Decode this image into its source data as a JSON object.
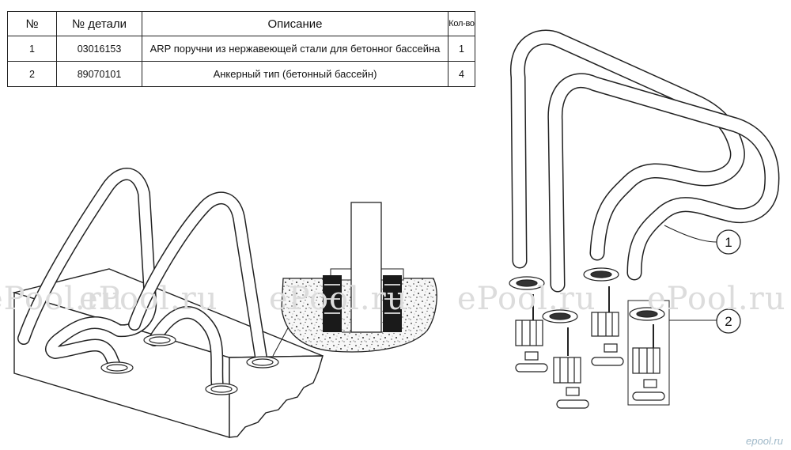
{
  "table": {
    "headers": {
      "num": "№",
      "part": "№ детали",
      "desc": "Описание",
      "qty": "Кол-во"
    },
    "rows": [
      {
        "num": "1",
        "part": "03016153",
        "desc": "ARP поручни из нержавеющей стали для бетонног бассейна",
        "qty": "1"
      },
      {
        "num": "2",
        "part": "89070101",
        "desc": "Анкерный тип (бетонный бассейн)",
        "qty": "4"
      }
    ]
  },
  "callouts": {
    "c1": "1",
    "c2": "2"
  },
  "watermark": "ePool.ru",
  "logo": "epool.ru"
}
